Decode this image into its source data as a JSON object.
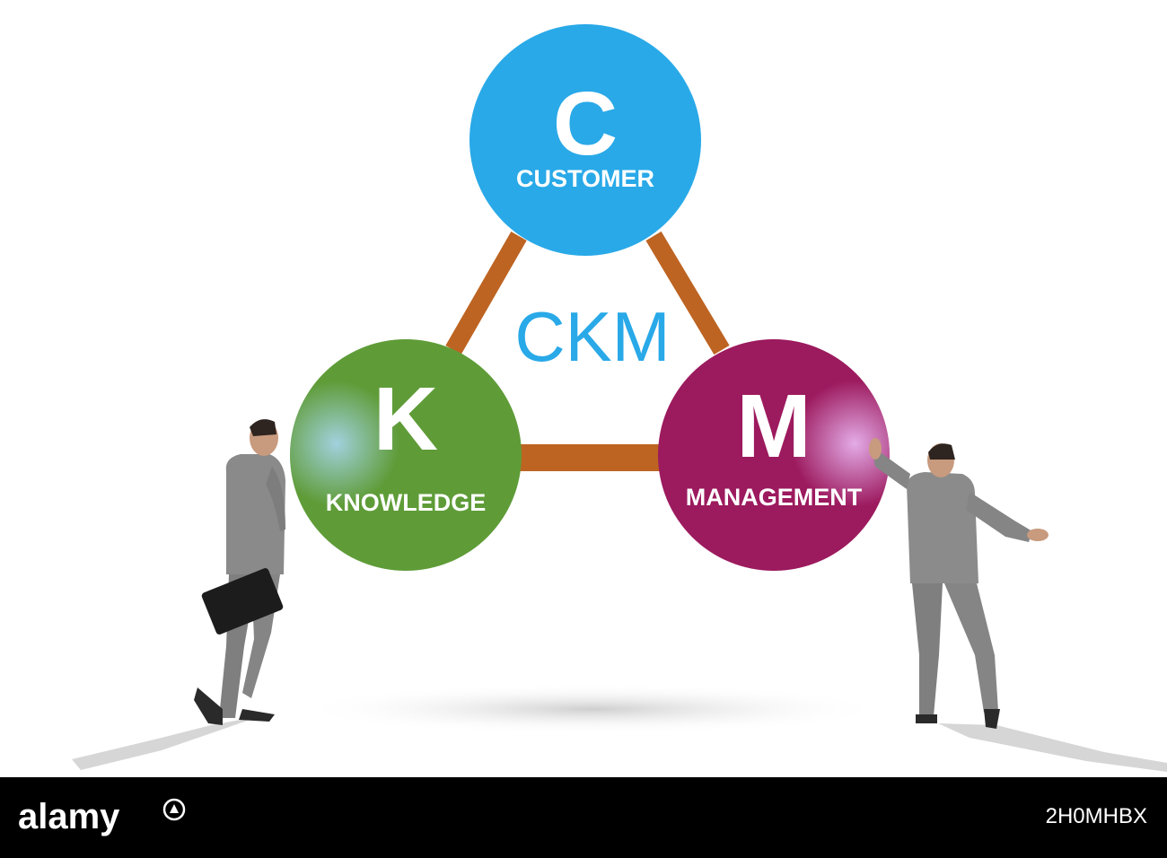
{
  "nodes": {
    "customer": {
      "letter": "C",
      "label": "CUSTOMER",
      "color": "#29a9e8"
    },
    "knowledge": {
      "letter": "K",
      "label": "KNOWLEDGE",
      "color": "#5f9c38"
    },
    "management": {
      "letter": "M",
      "label": "MANAGEMENT",
      "color": "#9c1a5e"
    }
  },
  "center": {
    "acronym": "CKM",
    "color": "#29a9e8"
  },
  "connector_color": "#bd6422",
  "watermark": {
    "brand": "alamy",
    "stock_id": "2H0MHBX"
  }
}
